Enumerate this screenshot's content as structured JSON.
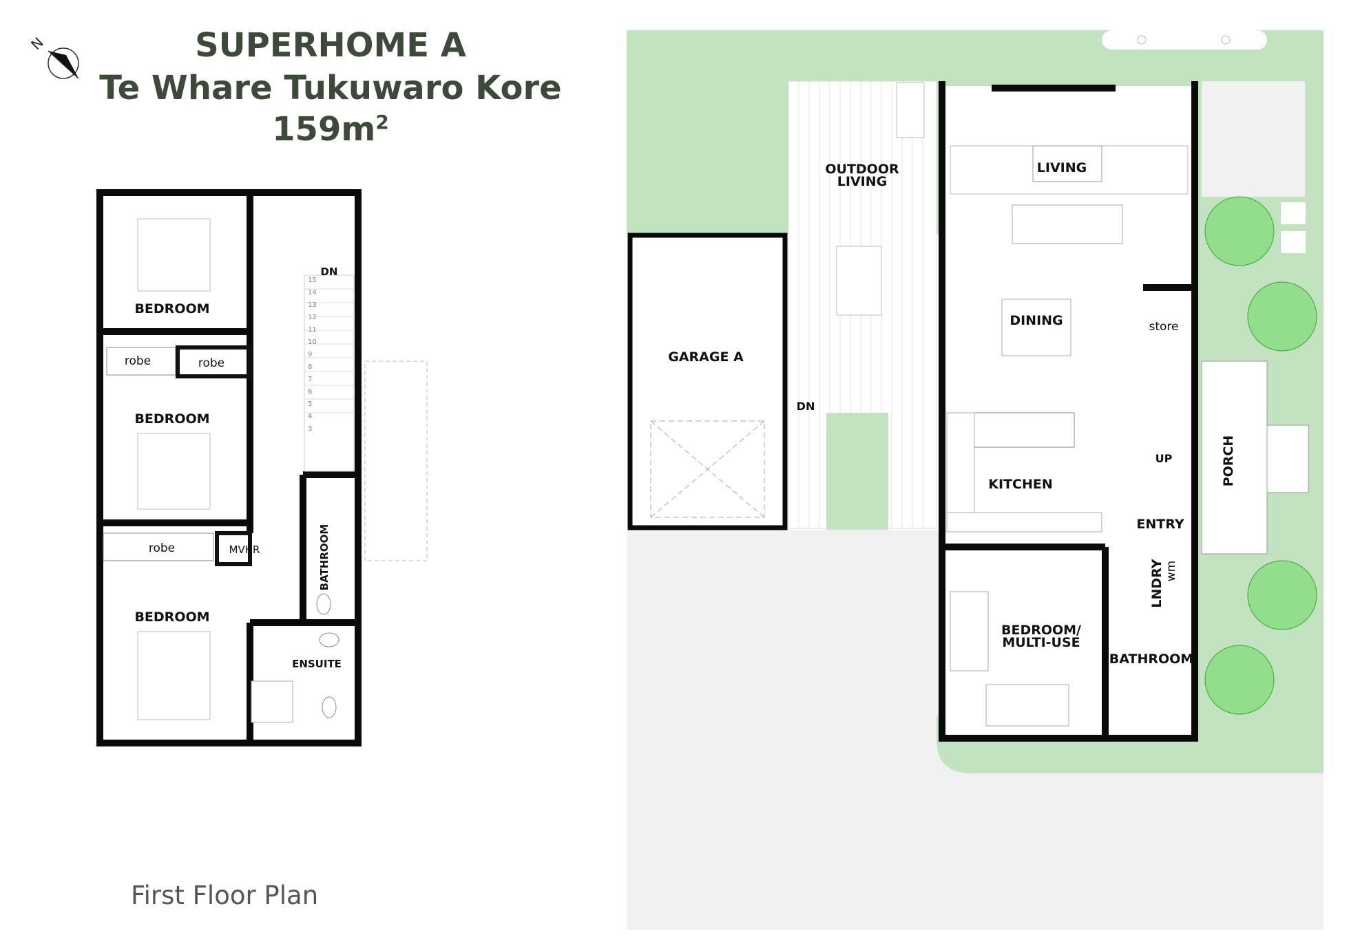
{
  "header": {
    "title_line1": "SUPERHOME A",
    "title_line2": "Te Whare Tukuwaro Kore",
    "title_line3_value": "159m",
    "title_line3_sup": "2"
  },
  "compass": {
    "label": "N"
  },
  "first_floor": {
    "caption": "First Floor Plan",
    "rooms": {
      "bedroom1": "BEDROOM",
      "bedroom2": "BEDROOM",
      "bedroom3": "BEDROOM",
      "robe1": "robe",
      "robe2": "robe",
      "robe3": "robe",
      "mvhr": "MVHR",
      "bathroom": "BATHROOM",
      "ensuite": "ENSUITE",
      "stair_dn": "DN"
    },
    "stair_numbers": [
      "15",
      "14",
      "13",
      "12",
      "11",
      "10",
      "9",
      "8",
      "7",
      "6",
      "5",
      "4",
      "3"
    ]
  },
  "ground_floor": {
    "rooms": {
      "outdoor_living_1": "OUTDOOR",
      "outdoor_living_2": "LIVING",
      "living": "LIVING",
      "dining": "DINING",
      "kitchen": "KITCHEN",
      "garage": "GARAGE A",
      "dn": "DN",
      "store": "store",
      "up": "UP",
      "porch": "PORCH",
      "entry": "ENTRY",
      "laundry": "LNDRY",
      "wm": "wm",
      "bedroom_multi_1": "BEDROOM/",
      "bedroom_multi_2": "MULTI-USE",
      "bathroom": "BATHROOM"
    }
  },
  "colors": {
    "lawn": "#c3e2bf",
    "tree": "#93de8c",
    "tree_stroke": "#3aa33a",
    "wall": "#0a0a0a",
    "paving": "#f1f1f1",
    "title": "#3d4a3a"
  }
}
